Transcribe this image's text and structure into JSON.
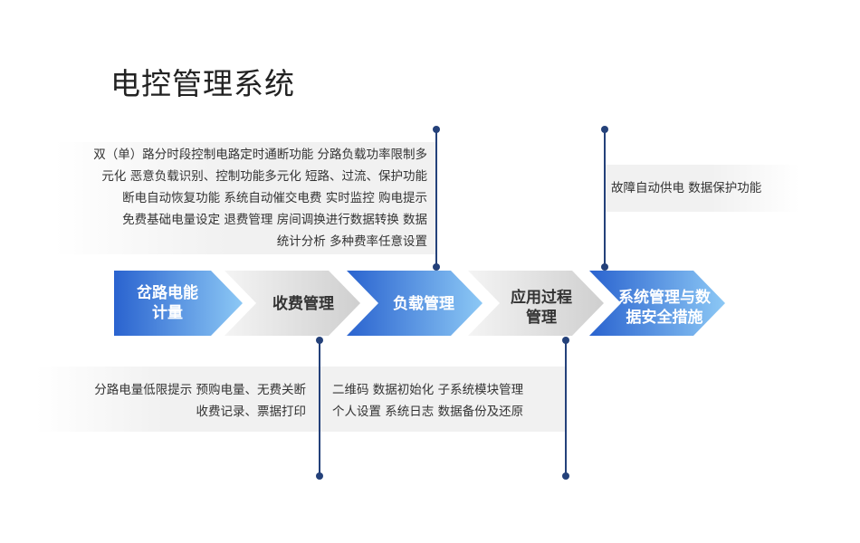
{
  "title": "电控管理系统",
  "steps": [
    {
      "label_lines": [
        "岔路电能",
        "计量"
      ],
      "style": "blue"
    },
    {
      "label_lines": [
        "收费管理"
      ],
      "style": "gray"
    },
    {
      "label_lines": [
        "负载管理"
      ],
      "style": "blue"
    },
    {
      "label_lines": [
        "应用过程",
        "管理"
      ],
      "style": "gray"
    },
    {
      "label_lines": [
        "系统管理与数",
        "据安全措施"
      ],
      "style": "blue"
    }
  ],
  "panels": {
    "top_left": {
      "lines": [
        "双（单）路分时段控制电路定时通断功能   分路负载功率限制多",
        "元化    恶意负载识别、控制功能多元化   短路、过流、保护功能",
        "断电自动恢复功能    系统自动催交电费    实时监控    购电提示",
        "免费基础电量设定    退费管理     房间调换进行数据转换     数据",
        "统计分析    多种费率任意设置"
      ]
    },
    "top_right": {
      "lines": [
        "故障自动供电    数据保护功能"
      ]
    },
    "bottom_left": {
      "lines": [
        "分路电量低限提示    预购电量、无费关断",
        "收费记录、票据打印"
      ]
    },
    "bottom_right": {
      "lines": [
        "二维码    数据初始化      子系统模块管理",
        "个人设置    系统日志      数据备份及还原"
      ]
    }
  },
  "colors": {
    "blue_start": "#2a63cf",
    "blue_end": "#8cc8f5",
    "gray_start": "#f4f4f4",
    "gray_end": "#cfcfcf",
    "connector": "#24417a",
    "panel_bg": "#f1f1f1"
  }
}
